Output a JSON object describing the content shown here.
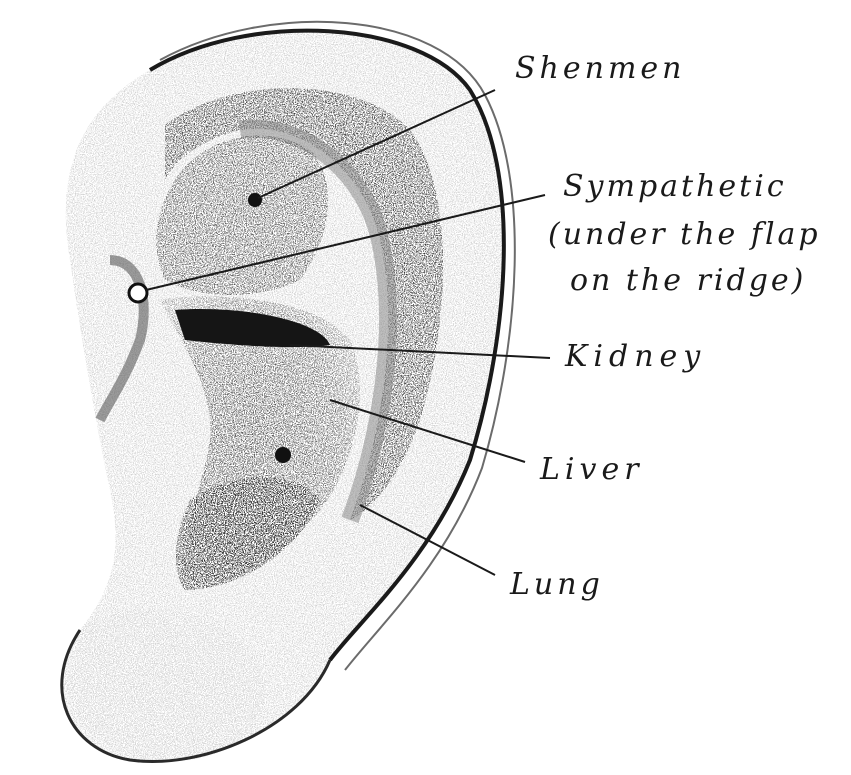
{
  "labels": {
    "shenmen": "Shenmen",
    "sympathetic_line1": "Sympathetic",
    "sympathetic_line2": "(under the flap",
    "sympathetic_line3": "on the ridge)",
    "kidney": "Kidney",
    "liver": "Liver",
    "lung": "Lung"
  },
  "colors": {
    "ink": "#1a1a1a",
    "shade_dark": "#222222",
    "shade_mid": "#6b6b6b",
    "shade_light": "#b8b8b8",
    "paper": "#ffffff"
  }
}
